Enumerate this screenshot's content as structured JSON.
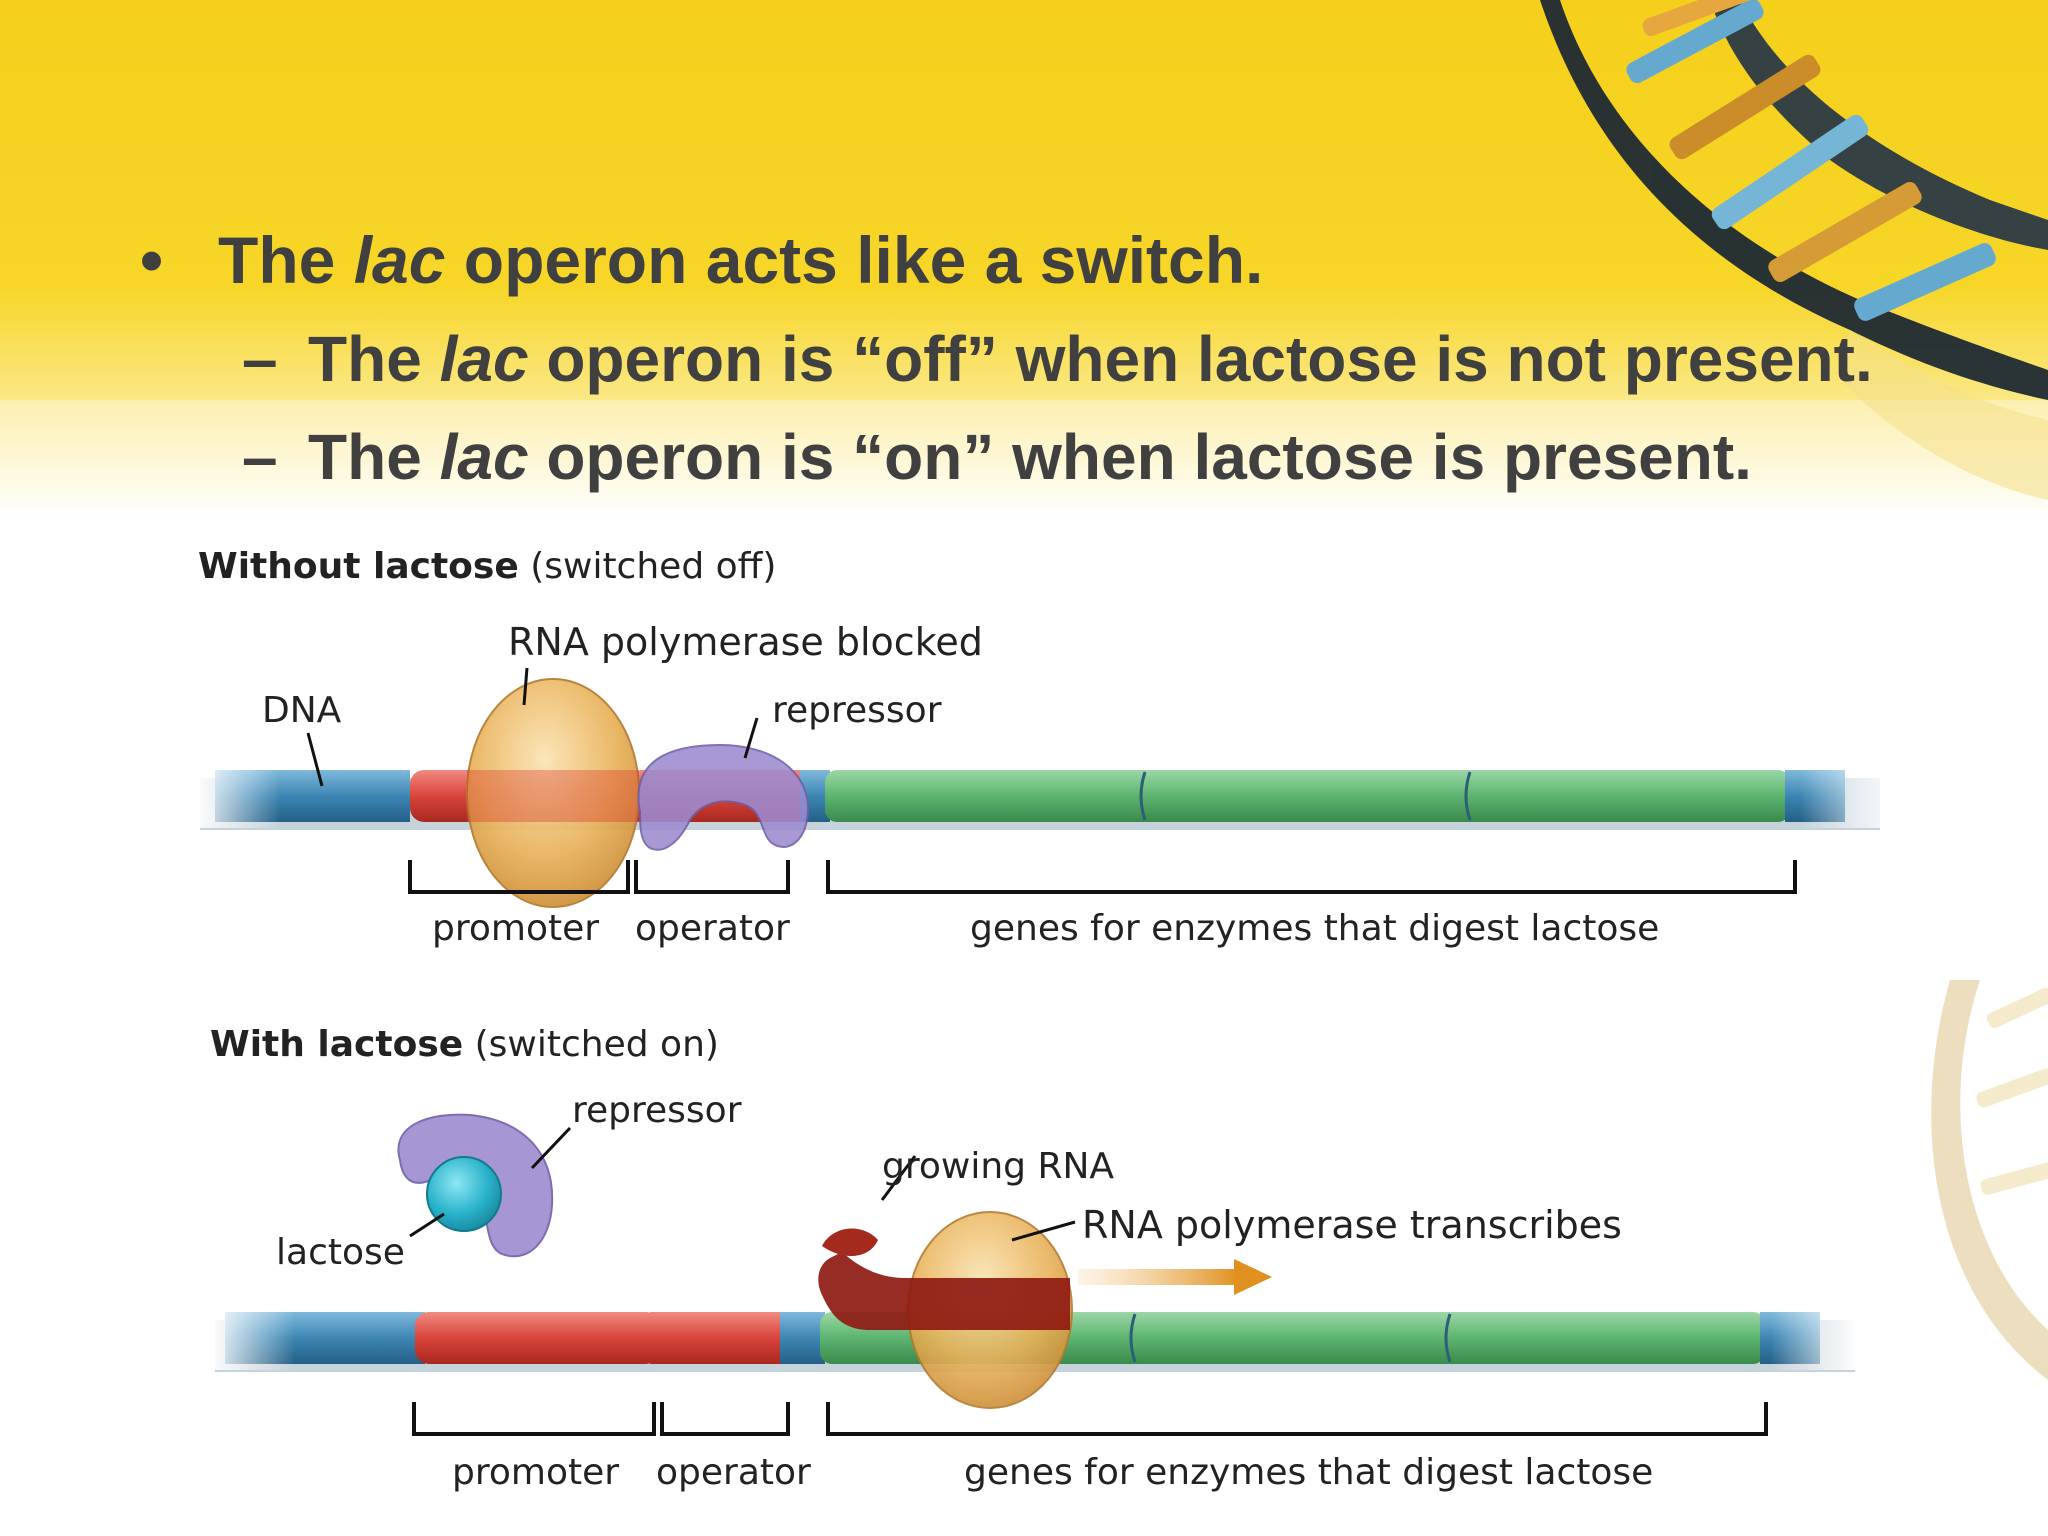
{
  "slide": {
    "bullet_1": {
      "pre": "The ",
      "italic": "lac",
      "post": " operon acts like a switch."
    },
    "bullet_2": {
      "pre": "The ",
      "italic": "lac",
      "post": " operon is “off” when lactose is not present."
    },
    "bullet_3": {
      "pre": "The ",
      "italic": "lac",
      "post": " operon is “on” when lactose is present."
    },
    "bullet_marker": "•",
    "sub_marker": "–"
  },
  "diagram": {
    "panel_off": {
      "title_bold": "Without lactose",
      "title_rest": " (switched off)",
      "label_dna": "DNA",
      "label_polymerase": "RNA polymerase blocked",
      "label_repressor": "repressor",
      "label_promoter": "promoter",
      "label_operator": "operator",
      "label_genes": "genes for enzymes that digest lactose"
    },
    "panel_on": {
      "title_bold": "With lactose",
      "title_rest": " (switched on)",
      "label_repressor": "repressor",
      "label_lactose": "lactose",
      "label_growing_rna": "growing RNA",
      "label_polymerase": "RNA polymerase transcribes",
      "label_promoter": "promoter",
      "label_operator": "operator",
      "label_genes": "genes for enzymes that digest lactose"
    }
  },
  "colors": {
    "background_yellow": "#f6d21e",
    "text_gray": "#404040",
    "dna_blue": "#3d86b3",
    "promoter_red": "#d9443b",
    "genes_green": "#5cb46e",
    "polymerase_tan": "#e9b25a",
    "repressor_purple": "#9d8bd0",
    "lactose_cyan": "#2ab3cc",
    "rna_darkred": "#8e1a12",
    "arrow_orange": "#e0901f"
  }
}
